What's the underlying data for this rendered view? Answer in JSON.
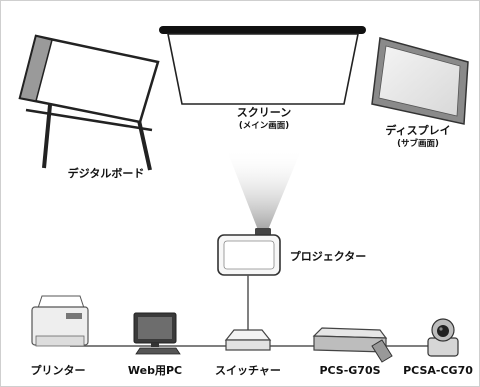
{
  "diagram": {
    "labels": {
      "digital_board": "デジタルボード",
      "screen": "スクリーン",
      "screen_sub": "(メイン画面)",
      "display": "ディスプレイ",
      "display_sub": "(サブ画面)",
      "projector": "プロジェクター",
      "printer": "プリンター",
      "web_pc": "Web用PC",
      "switcher": "スイッチャー",
      "pcs_g70s": "PCS-G70S",
      "pcsa_cg70": "PCSA-CG70"
    },
    "colors": {
      "line": "#555555",
      "device_dark": "#3a3a3a",
      "device_light": "#eeeeee",
      "beam": "#9a9a9a"
    },
    "icons": {
      "digital_board": "whiteboard-icon",
      "screen": "projection-screen-icon",
      "display": "flat-display-icon",
      "projector": "projector-icon",
      "printer": "printer-icon",
      "web_pc": "monitor-icon",
      "switcher": "switcher-icon",
      "pcs_g70s": "codec-unit-icon",
      "pcsa_cg70": "ptz-camera-icon"
    }
  }
}
